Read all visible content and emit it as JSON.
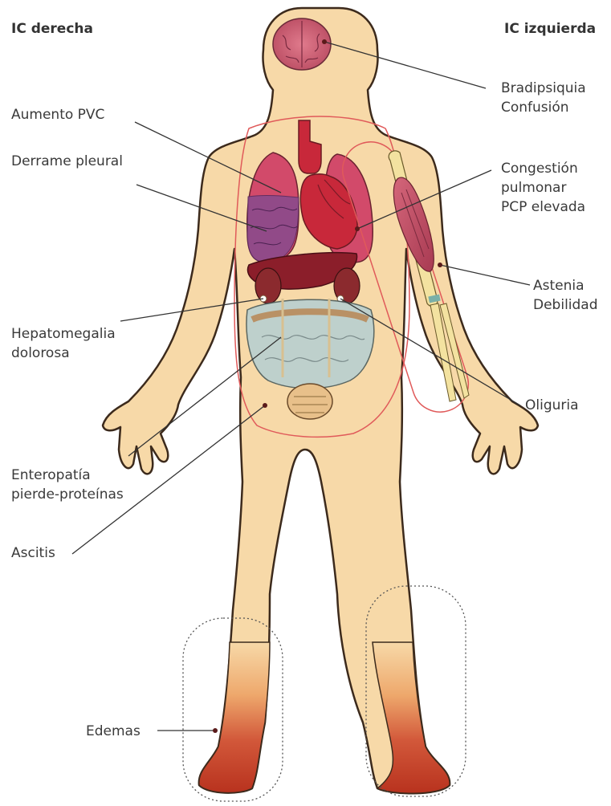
{
  "headers": {
    "right_hf": "IC derecha",
    "left_hf": "IC izquierda"
  },
  "labels": {
    "aumento_pvc": "Aumento PVC",
    "derrame_pleural": "Derrame pleural",
    "hepatomegalia": [
      "Hepatomegalia",
      "dolorosa"
    ],
    "enteropatia": [
      "Enteropatía",
      "pierde-proteínas"
    ],
    "ascitis": "Ascitis",
    "edemas": "Edemas",
    "bradipsiquia": [
      "Bradipsiquia",
      "Confusión"
    ],
    "congestion": [
      "Congestión",
      "pulmonar",
      "PCP elevada"
    ],
    "astenia": [
      "Astenia",
      "Debilidad"
    ],
    "oliguria": "Oliguria"
  },
  "colors": {
    "skin": "#f7d9a8",
    "skin_outline": "#3c2a1c",
    "organ_red": "#c8283a",
    "lung": "#d24a6a",
    "liver": "#8b1e2a",
    "edema": "#c8402a",
    "zone_outline": "#e05a5a",
    "leader": "#333333"
  }
}
